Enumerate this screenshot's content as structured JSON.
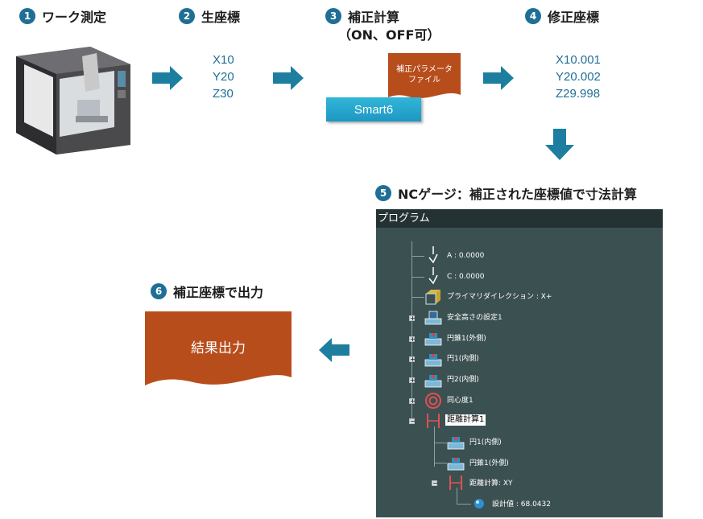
{
  "steps": [
    {
      "num": "1",
      "title": "ワーク測定"
    },
    {
      "num": "2",
      "title": "生座標"
    },
    {
      "num": "3",
      "title": "補正計算",
      "subtitle": "（ON、OFF可）"
    },
    {
      "num": "4",
      "title": "修正座標"
    },
    {
      "num": "5",
      "title": "NCゲージ：補正された座標値で寸法計算"
    },
    {
      "num": "6",
      "title": "補正座標で出力"
    }
  ],
  "raw_coords": [
    "X10",
    "Y20",
    "Z30"
  ],
  "corrected_coords": [
    "X10.001",
    "Y20.002",
    "Z29.998"
  ],
  "param_file": {
    "line1": "補正パラメータ",
    "line2": "ファイル"
  },
  "software": "Smart6",
  "output_doc": "結果出力",
  "colors": {
    "accent": "#1f6f95",
    "arrow": "#1d7ea0",
    "doc": "#b84d1c",
    "panel": "#3b5051",
    "smart6": "#1e97c2"
  },
  "program_panel": {
    "title": "プログラム",
    "items": [
      {
        "label": "A : 0.0000",
        "icon": "axis-icon"
      },
      {
        "label": "C : 0.0000",
        "icon": "axis-icon"
      },
      {
        "label": "プライマリダイレクション : X+",
        "icon": "cube-icon"
      },
      {
        "label": "安全高さの設定1",
        "icon": "safety-height-icon"
      },
      {
        "label": "円錐1(外側)",
        "icon": "cone-icon"
      },
      {
        "label": "円1(内側)",
        "icon": "circle-feature-icon"
      },
      {
        "label": "円2(内側)",
        "icon": "circle-feature-icon"
      },
      {
        "label": "同心度1",
        "icon": "concentricity-icon"
      },
      {
        "label": "距離計算1",
        "icon": "distance-icon"
      },
      {
        "label": "円1(内側)",
        "icon": "circle-feature-icon"
      },
      {
        "label": "円錐1(外側)",
        "icon": "cone-icon"
      },
      {
        "label": "距離計算: XY",
        "icon": "distance-icon"
      },
      {
        "label": "設計値 : 68.0432",
        "icon": "sphere-icon"
      }
    ]
  }
}
